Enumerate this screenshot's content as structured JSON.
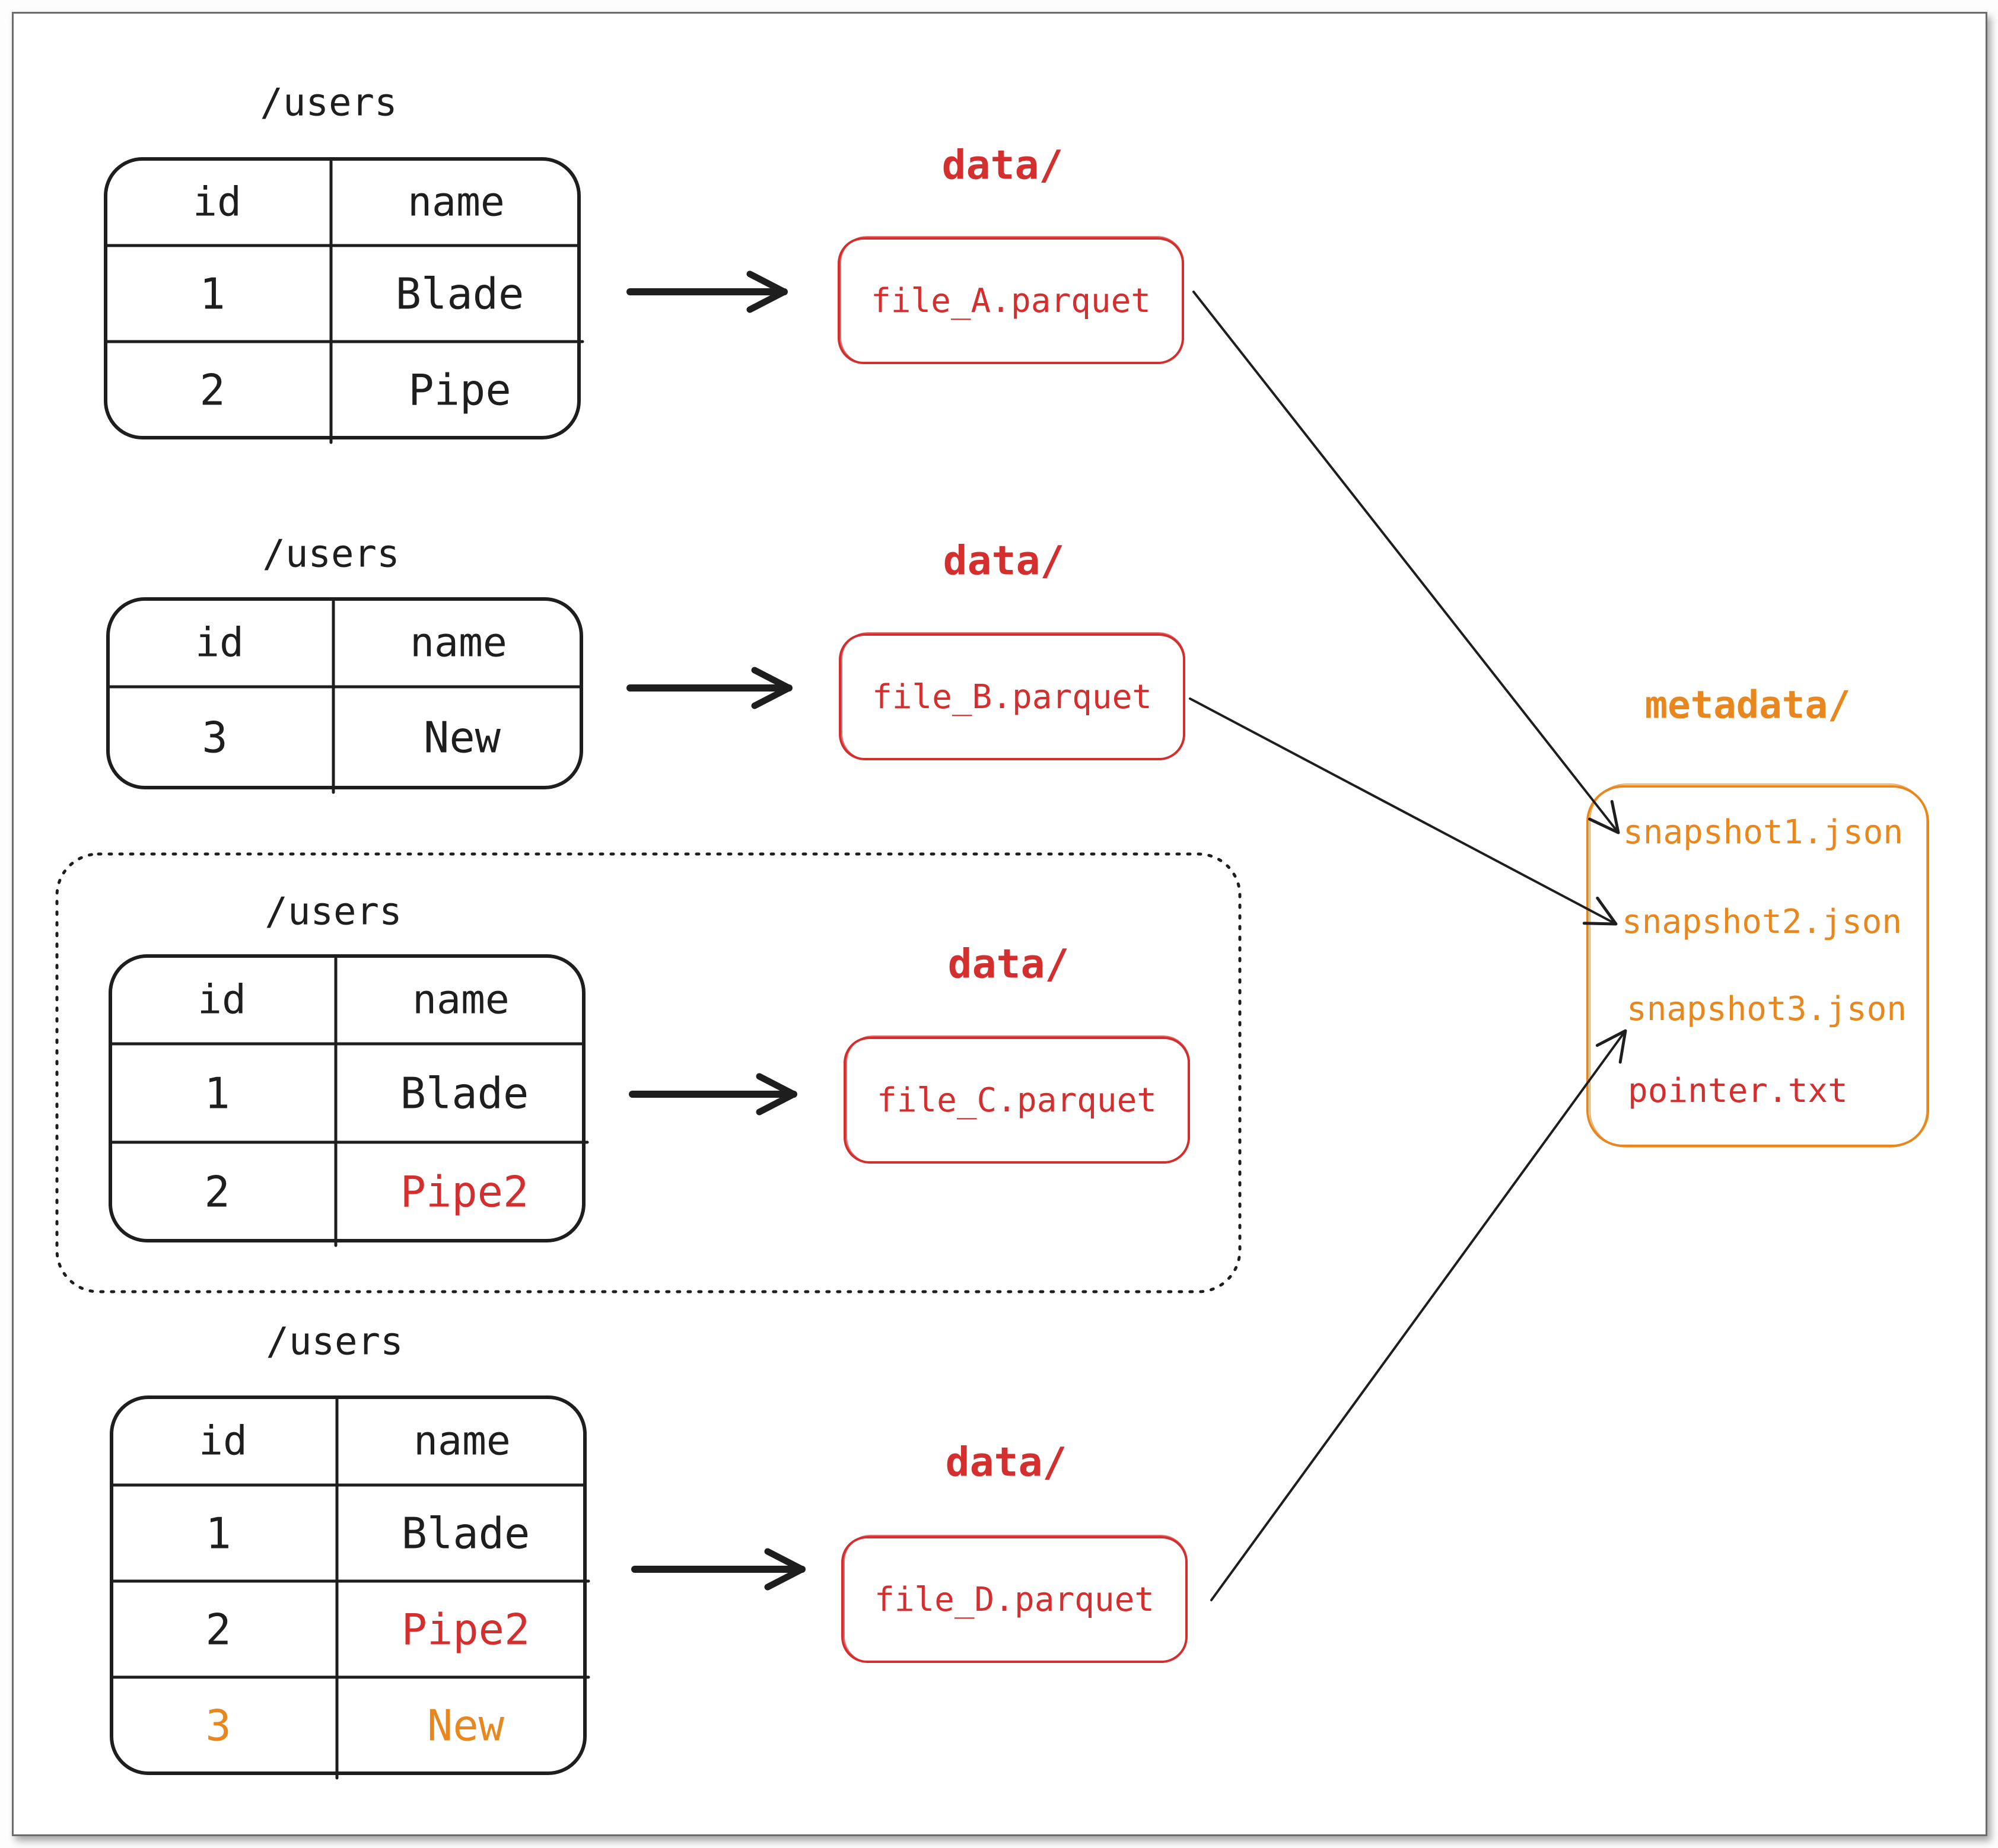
{
  "colors": {
    "ink": "#1e1e1e",
    "red": "#d32f2f",
    "orange": "#e8871e"
  },
  "tables": [
    {
      "title": "/users",
      "headers": [
        "id",
        "name"
      ],
      "rows": [
        {
          "id": "1",
          "name": "Blade",
          "color": "ink"
        },
        {
          "id": "2",
          "name": "Pipe",
          "color": "ink"
        }
      ]
    },
    {
      "title": "/users",
      "headers": [
        "id",
        "name"
      ],
      "rows": [
        {
          "id": "3",
          "name": "New",
          "color": "ink"
        }
      ]
    },
    {
      "title": "/users",
      "headers": [
        "id",
        "name"
      ],
      "rows": [
        {
          "id": "1",
          "name": "Blade",
          "color": "ink"
        },
        {
          "id": "2",
          "name": "Pipe2",
          "color": "red",
          "id_color": "ink"
        }
      ]
    },
    {
      "title": "/users",
      "headers": [
        "id",
        "name"
      ],
      "rows": [
        {
          "id": "1",
          "name": "Blade",
          "color": "ink"
        },
        {
          "id": "2",
          "name": "Pipe2",
          "color": "red",
          "id_color": "ink"
        },
        {
          "id": "3",
          "name": "New",
          "color": "orange",
          "id_color": "orange"
        }
      ]
    }
  ],
  "data_files": [
    {
      "folder": "data/",
      "file": "file_A.parquet"
    },
    {
      "folder": "data/",
      "file": "file_B.parquet"
    },
    {
      "folder": "data/",
      "file": "file_C.parquet"
    },
    {
      "folder": "data/",
      "file": "file_D.parquet"
    }
  ],
  "metadata": {
    "folder": "metadata/",
    "items": [
      {
        "label": "snapshot1.json",
        "color": "orange"
      },
      {
        "label": "snapshot2.json",
        "color": "orange"
      },
      {
        "label": "snapshot3.json",
        "color": "orange"
      },
      {
        "label": "pointer.txt",
        "color": "red"
      }
    ]
  }
}
